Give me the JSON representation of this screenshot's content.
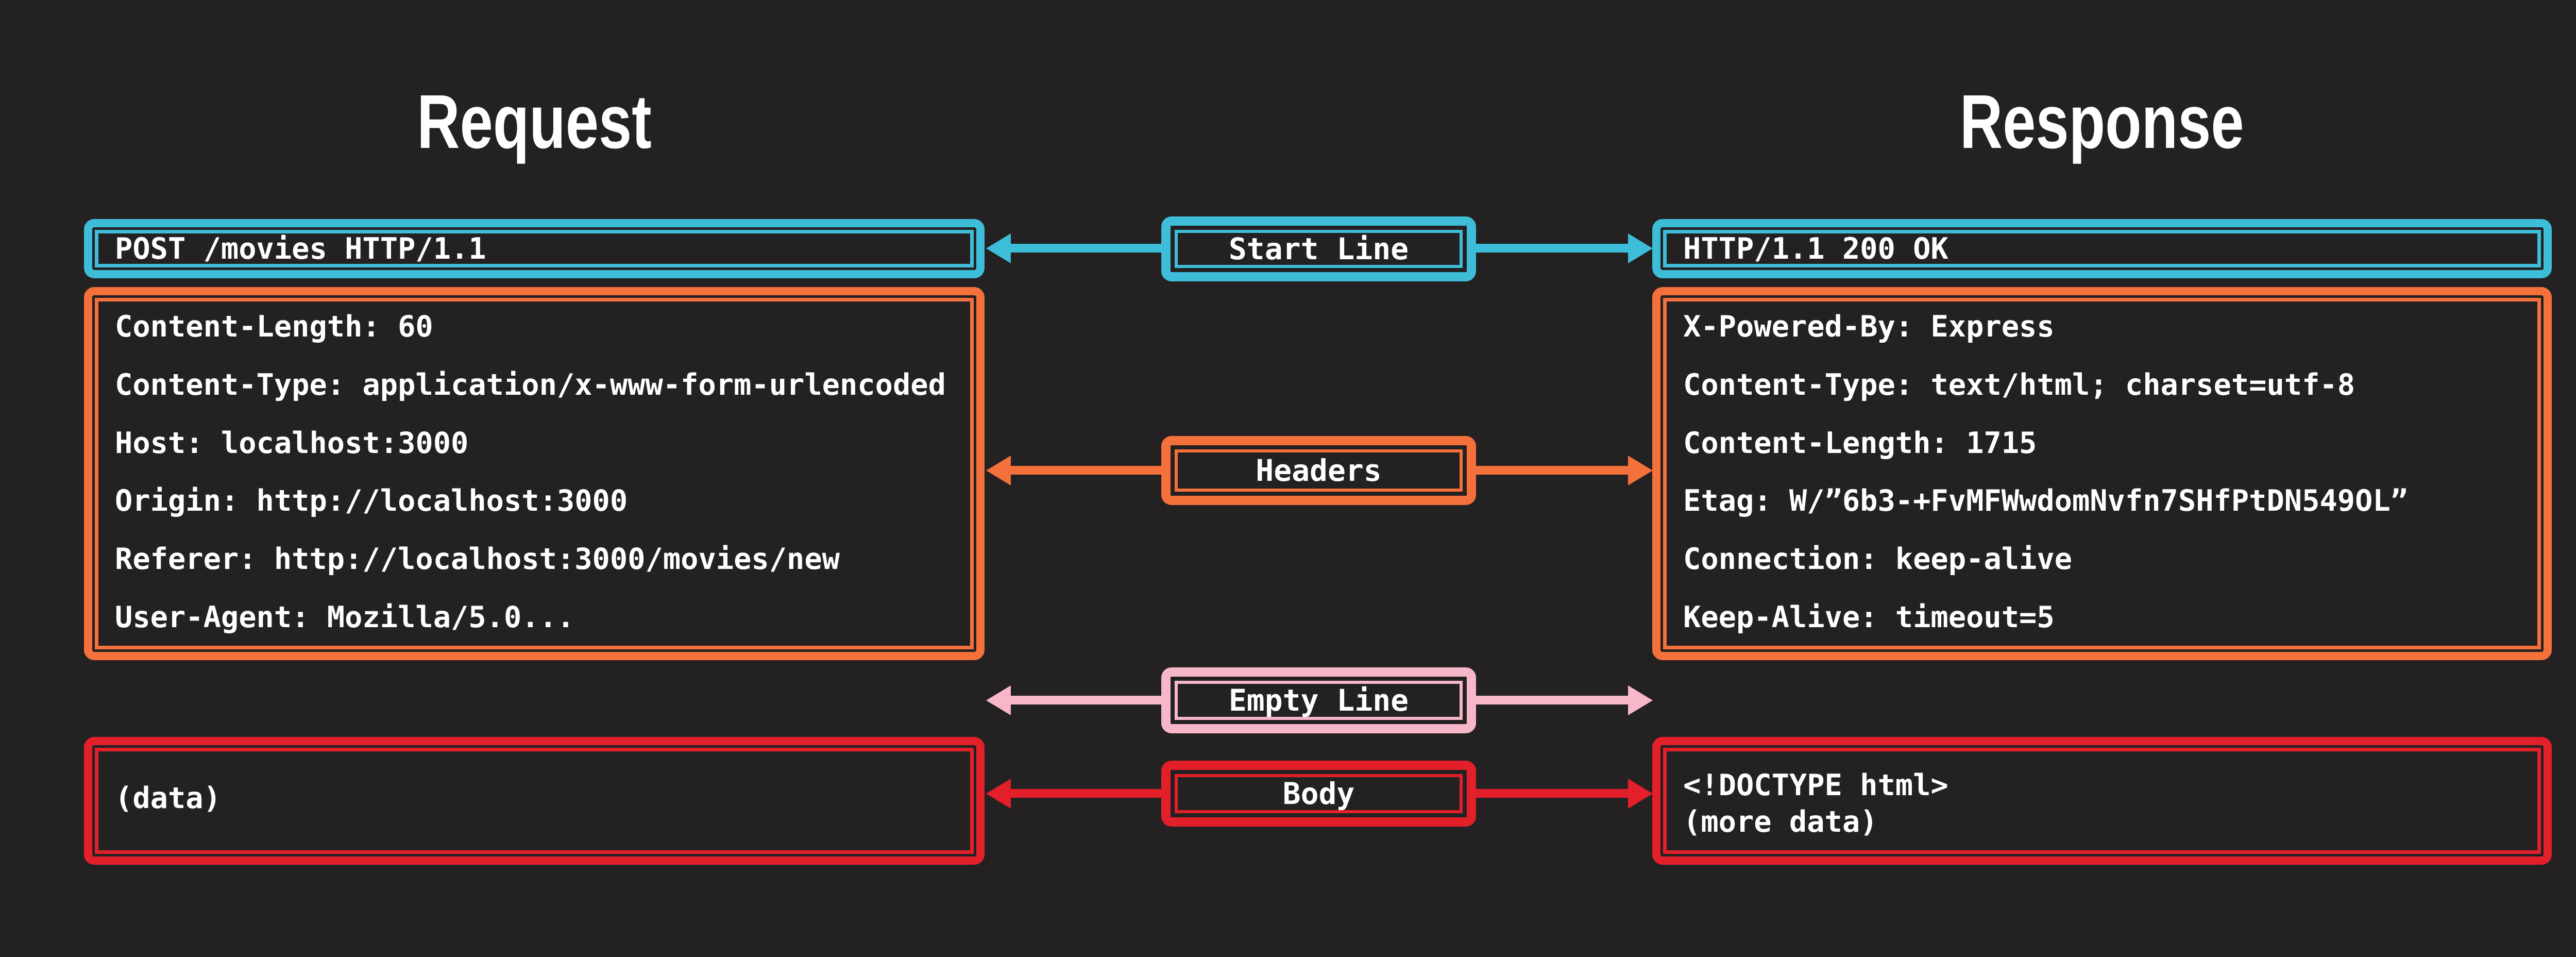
{
  "titles": {
    "request": "Request",
    "response": "Response"
  },
  "labels": {
    "start_line": "Start Line",
    "headers": "Headers",
    "empty_line": "Empty Line",
    "body": "Body"
  },
  "request": {
    "start_line": "POST /movies HTTP/1.1",
    "headers": [
      "Content-Length: 60",
      "Content-Type: application/x-www-form-urlencoded",
      "Host: localhost:3000",
      "Origin: http://localhost:3000",
      "Referer: http://localhost:3000/movies/new",
      "User-Agent: Mozilla/5.0..."
    ],
    "body": [
      "(data)"
    ]
  },
  "response": {
    "start_line": "HTTP/1.1 200 OK",
    "headers": [
      "X-Powered-By: Express",
      "Content-Type: text/html; charset=utf-8",
      "Content-Length: 1715",
      "Etag: W/”6b3-+FvMFWwdomNvfn7SHfPtDN549OL”",
      "Connection: keep-alive",
      "Keep-Alive: timeout=5"
    ],
    "body": [
      "<!DOCTYPE html>",
      "(more data)"
    ]
  },
  "colors": {
    "start_line": "#3ebdd8",
    "headers": "#f4713c",
    "empty_line": "#f6b8c8",
    "body": "#e3202a",
    "background": "#242122",
    "text": "#ffffff"
  }
}
